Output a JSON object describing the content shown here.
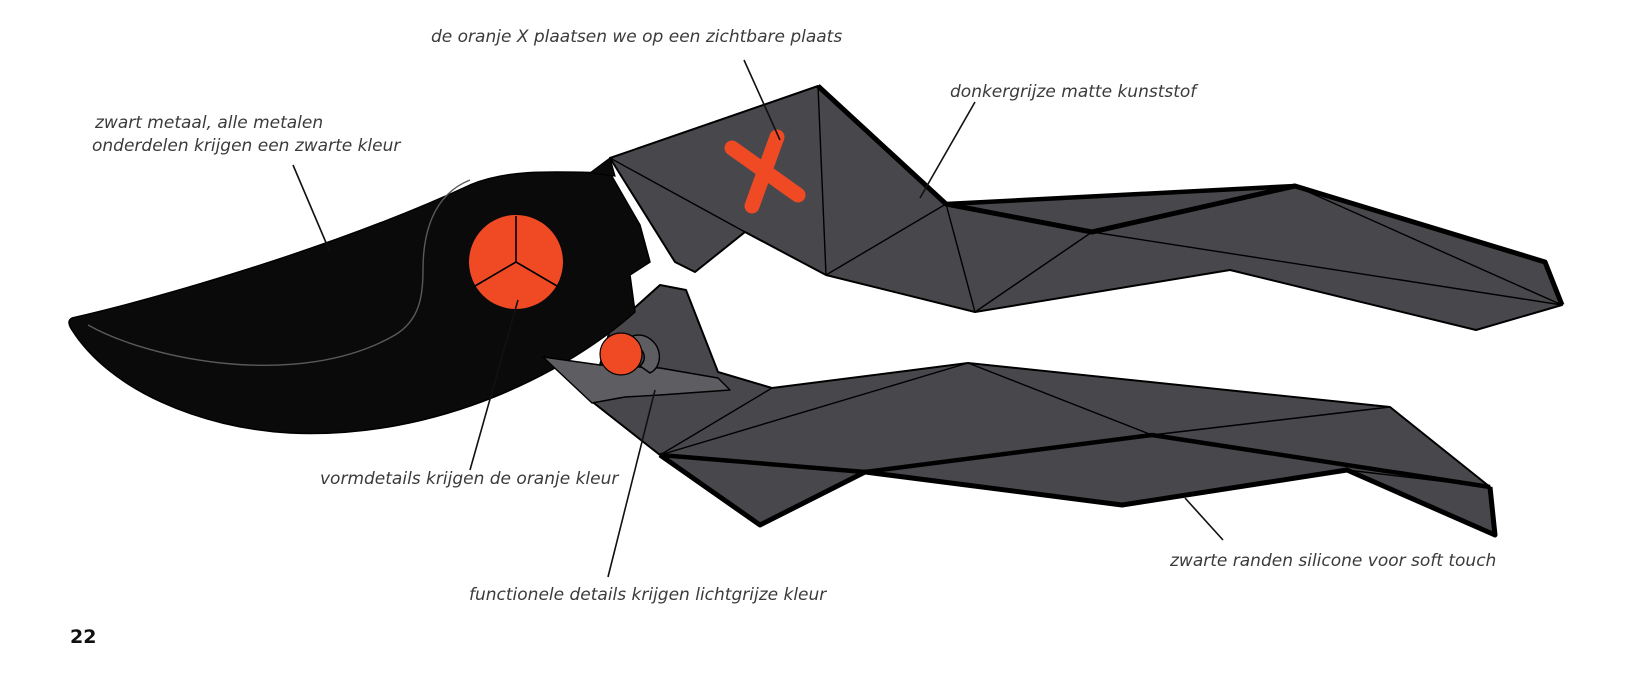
{
  "labels": {
    "orange_x": "de oranje X plaatsen we op een zichtbare plaats",
    "plastic": "donkergrijze matte kunststof",
    "metal_line1": "zwart metaal, alle metalen",
    "metal_line2": "onderdelen krijgen een zwarte kleur",
    "form_details": "vormdetails krijgen de oranje kleur",
    "functional_details": "functionele details krijgen lichtgrijze kleur",
    "silicone_edges": "zwarte randen silicone voor soft touch"
  },
  "page_number": "22",
  "colors": {
    "metal_black": "#0a0a0a",
    "plastic_dark_grey": "#48484c",
    "functional_light_grey": "#5e5e62",
    "accent_orange": "#f04a24",
    "edge_black": "#000000",
    "label_text": "#3b3b3b"
  }
}
